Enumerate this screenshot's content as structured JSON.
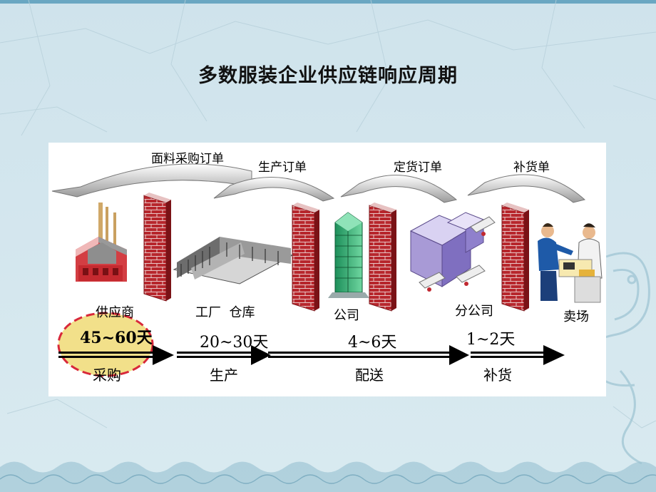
{
  "title": "多数服装企业供应链响应周期",
  "orders": [
    {
      "label": "面料采购订单"
    },
    {
      "label": "生产订单"
    },
    {
      "label": "定货订单"
    },
    {
      "label": "补货单"
    }
  ],
  "nodes": [
    {
      "label": "供应商",
      "icon": "factory-icon"
    },
    {
      "label": "工厂  仓库",
      "icon": "warehouse-icon"
    },
    {
      "label": "公司",
      "icon": "office-tower-icon"
    },
    {
      "label": "分公司",
      "icon": "branch-building-icon"
    },
    {
      "label": "卖场",
      "icon": "store-clerk-icon"
    }
  ],
  "stages": [
    {
      "duration": "45~60天",
      "phase": "采购",
      "highlighted": true
    },
    {
      "duration": "20~30天",
      "phase": "生产"
    },
    {
      "duration": "4~6天",
      "phase": "配送"
    },
    {
      "duration": "1~2天",
      "phase": "补货"
    }
  ],
  "colors": {
    "highlight_fill": "#f2e08a",
    "highlight_border": "#d8283a",
    "brick": "#b7262c",
    "arrow": "#000000"
  }
}
